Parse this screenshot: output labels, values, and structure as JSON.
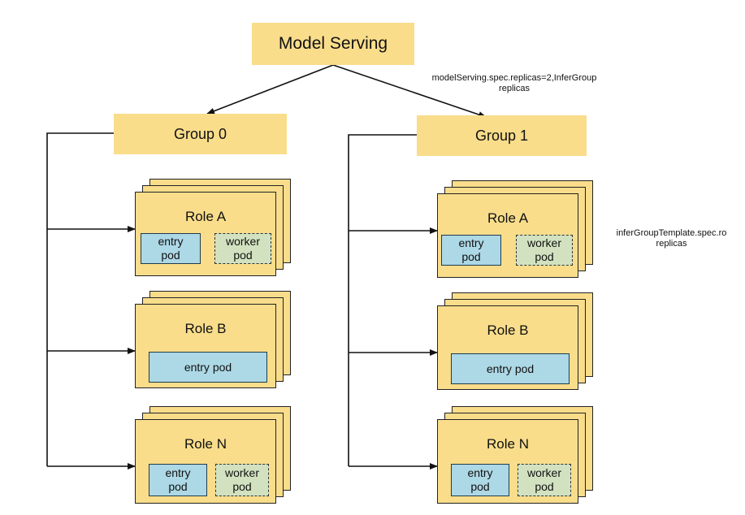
{
  "root": {
    "label": "Model Serving"
  },
  "groups": [
    {
      "label": "Group 0"
    },
    {
      "label": "Group 1"
    }
  ],
  "roles": {
    "role_a": {
      "label": "Role A",
      "entry": "entry\npod",
      "worker": "worker\npod"
    },
    "role_b": {
      "label": "Role B",
      "entry": "entry pod"
    },
    "role_n": {
      "label": "Role N",
      "entry": "entry\npod",
      "worker": "worker\npod"
    }
  },
  "annotations": {
    "model_serving_replicas": "modelServing.spec.replicas=2,InferGroup\nreplicas",
    "infer_group_template_replicas": "inferGroupTemplate.spec.ro\nreplicas"
  },
  "colors": {
    "box_fill": "#f9dd8b",
    "entry_fill": "#add8e6",
    "worker_fill": "#d2e2c0"
  }
}
